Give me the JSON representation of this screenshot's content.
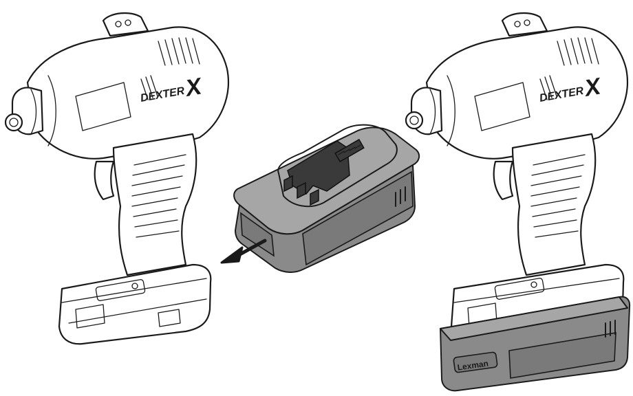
{
  "figure": {
    "left_tool": {
      "brand_text": "DEXTER",
      "brand_mark": "X"
    },
    "battery_pack": {
      "removal_arrow": "arrow-left-icon"
    },
    "right_tool": {
      "brand_text": "DEXTER",
      "brand_mark": "X",
      "battery_label": "Lexman"
    }
  },
  "colors": {
    "line": "#1a1a1a",
    "battery_fill": "#8a8a8a",
    "tool_fill": "#ffffff"
  }
}
